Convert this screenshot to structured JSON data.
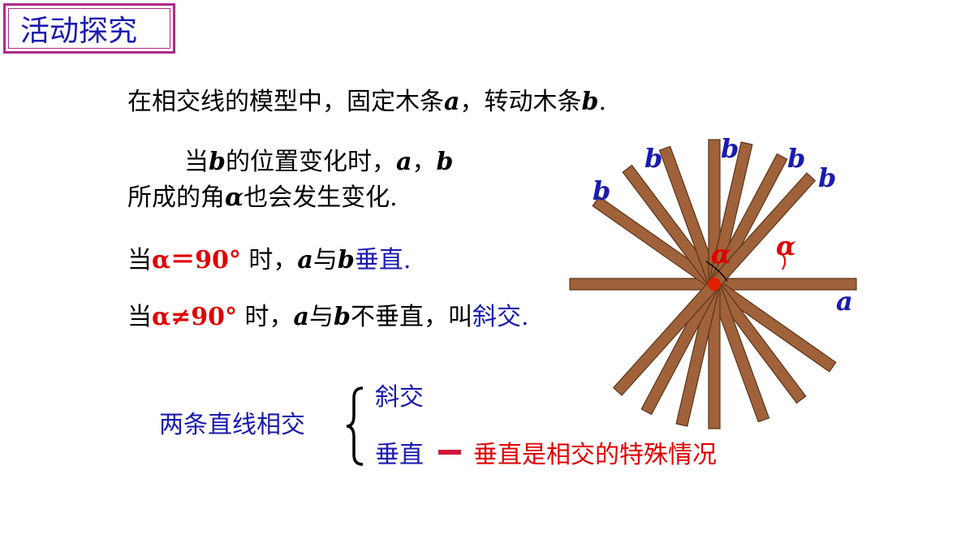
{
  "title": "活动探究",
  "intro": {
    "part1": "在相交线的模型中，固定木条",
    "var_a": "a",
    "part2": "，转动木条",
    "var_b": "b",
    "part3": "."
  },
  "change": {
    "prefix": "当",
    "var_b": "b",
    "mid": "的位置变化时，",
    "var_a": "a",
    "sep": "，",
    "var_b2": "b",
    "line2_start": "所成的角",
    "var_alpha": "α",
    "line2_end": "也会发生变化."
  },
  "perp_rule": {
    "prefix": "当",
    "condition": "α＝90°",
    "mid": " 时，",
    "var_a": "a",
    "with": "与",
    "var_b": "b",
    "result": "垂直."
  },
  "oblique_rule": {
    "prefix": "当",
    "condition": "α≠90°",
    "mid": " 时，",
    "var_a": "a",
    "with": "与",
    "var_b": "b",
    "result_black": "不垂直，叫",
    "result_blue": "斜交."
  },
  "classification": {
    "label": "两条直线相交",
    "oblique": "斜交",
    "perpendicular": "垂直",
    "note": "垂直是相交的特殊情况"
  },
  "diagram": {
    "label_a": "a",
    "label_b": "b",
    "label_alpha": "α",
    "stick_color": "#a0623a",
    "stick_border": "#5a3418",
    "point_color": "#e02000",
    "label_color": "#1a1ab0",
    "alpha_color": "#e00000"
  },
  "colors": {
    "title_border": "#b02a8a",
    "title_text": "#1a1ab0",
    "emphasis_red": "#e00000",
    "emphasis_blue": "#1a1ab0"
  }
}
